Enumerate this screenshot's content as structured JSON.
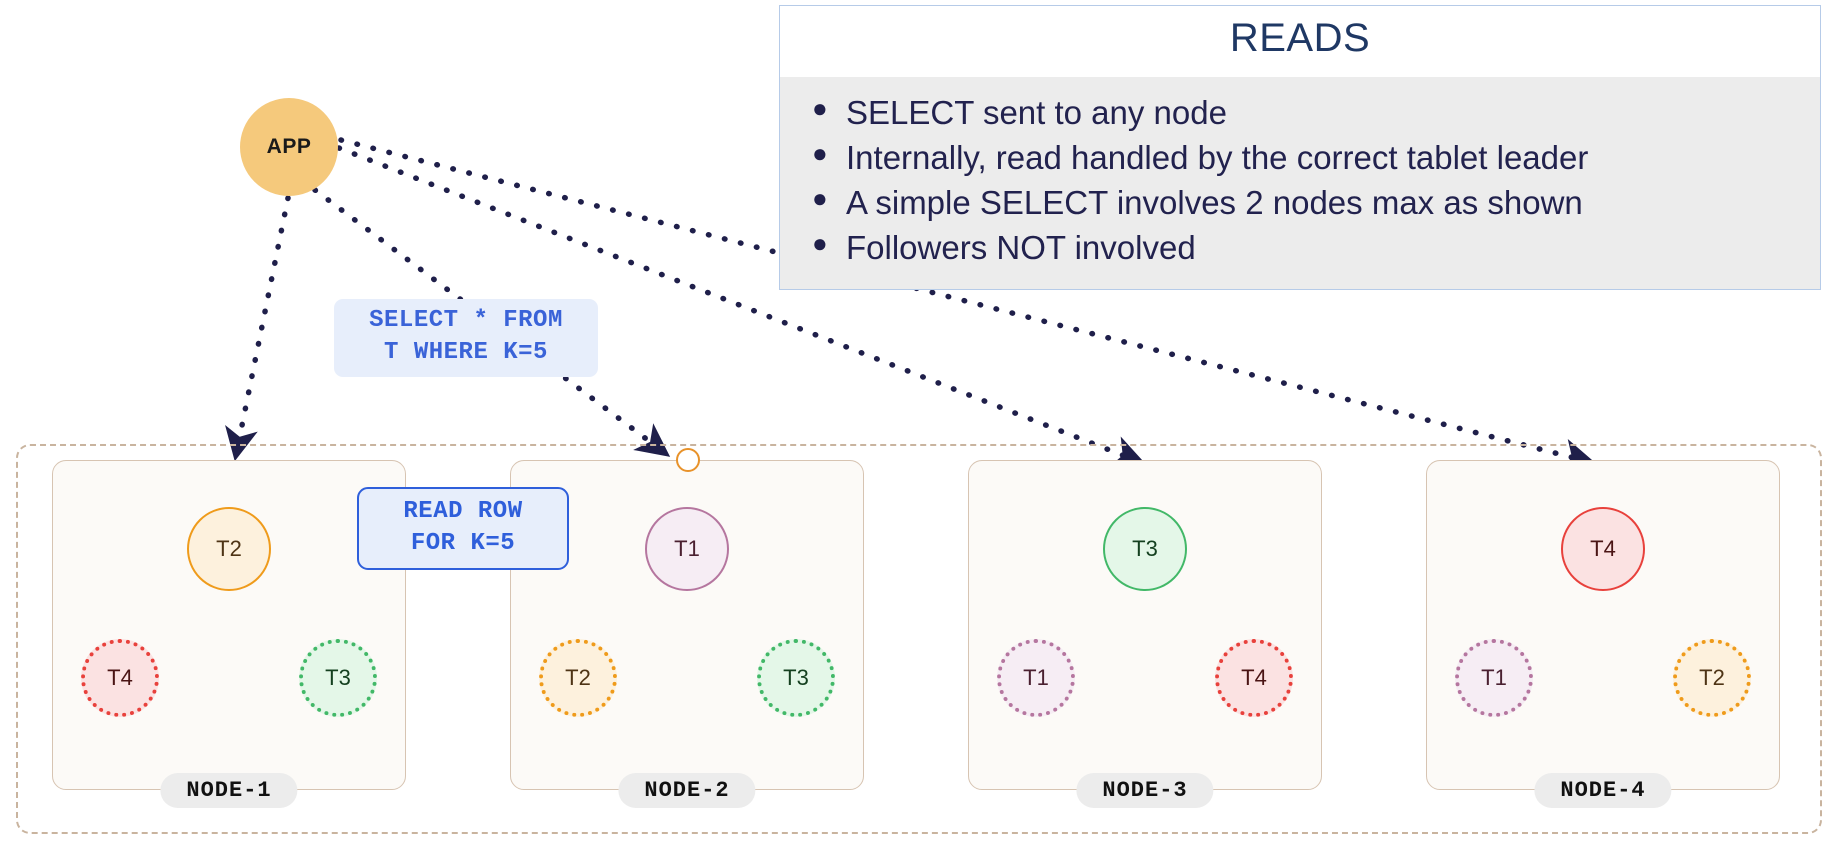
{
  "app": {
    "label": "APP"
  },
  "reads_panel": {
    "title": "READS",
    "bullet_glyph": "●",
    "items": [
      "SELECT sent to any node",
      "Internally, read handled by the correct tablet leader",
      "A simple SELECT involves 2 nodes max as shown",
      "Followers NOT involved"
    ]
  },
  "sql_callout": {
    "line1": "SELECT * FROM",
    "line2": "T WHERE K=5"
  },
  "read_callout": {
    "line1": "READ ROW",
    "line2": "FOR K=5"
  },
  "cluster": {
    "nodes": [
      {
        "label": "NODE-1",
        "leader": {
          "id": "T2",
          "role": "leader"
        },
        "followers": [
          {
            "id": "T4",
            "role": "follower"
          },
          {
            "id": "T3",
            "role": "follower"
          }
        ]
      },
      {
        "label": "NODE-2",
        "leader": {
          "id": "T1",
          "role": "leader"
        },
        "followers": [
          {
            "id": "T2",
            "role": "follower"
          },
          {
            "id": "T3",
            "role": "follower"
          }
        ]
      },
      {
        "label": "NODE-3",
        "leader": {
          "id": "T3",
          "role": "leader"
        },
        "followers": [
          {
            "id": "T1",
            "role": "follower"
          },
          {
            "id": "T4",
            "role": "follower"
          }
        ]
      },
      {
        "label": "NODE-4",
        "leader": {
          "id": "T4",
          "role": "leader"
        },
        "followers": [
          {
            "id": "T1",
            "role": "follower"
          },
          {
            "id": "T2",
            "role": "follower"
          }
        ]
      }
    ]
  },
  "colors": {
    "app_fill": "#f5c97c",
    "panel_border": "#b6cbe8",
    "panel_title": "#1f3864",
    "panel_body_bg": "#ececec",
    "callout_bg": "#e7eefb",
    "callout_text": "#3a63d8",
    "read_callout_border": "#2f5fdb",
    "cluster_border": "#c9b49f",
    "node_border": "#d7c4b2",
    "node_fill": "#fcfaf7",
    "node_label_bg": "#ececec",
    "dotted_arrow": "#1f1f4a",
    "read_arrow": "#5b8def",
    "t1": "#b5769f",
    "t2": "#ef9b1b",
    "t3": "#42b868",
    "t4": "#e8413c"
  }
}
